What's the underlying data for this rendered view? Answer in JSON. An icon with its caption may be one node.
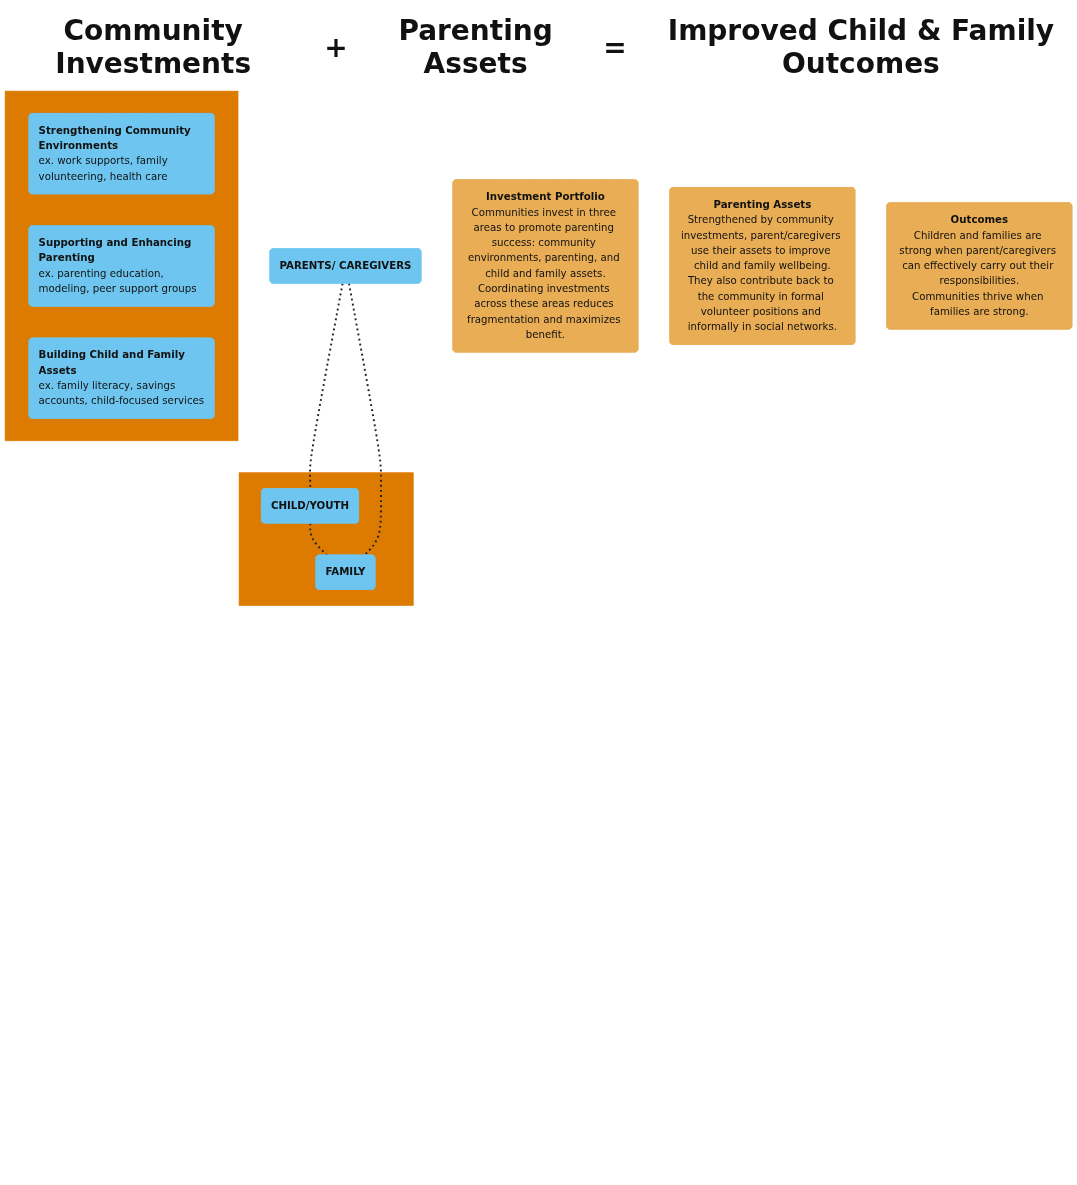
{
  "diagram": {
    "nodes": [
      {
        "text": [],
        "shape": "box"
      },
      {
        "text": [
          "Strengthening Community Environments",
          "ex. work supports, family volunteering, health care"
        ],
        "in": 0
      },
      {
        "text": [
          "Supporting and Enhancing Parenting",
          "ex. parenting education, modeling, peer support groups"
        ],
        "in": 0
      },
      {
        "text": [
          "Building Child and Family Assets",
          "ex. family literacy, savings accounts, child-focused services"
        ],
        "in": 0
      },
      {
        "text": [
          "PARENTS/ CAREGIVERS"
        ]
      },
      {
        "text": [],
        "shape": "box"
      },
      {
        "text": [
          "CHILD/YOUTH"
        ],
        "in": 5
      },
      {
        "text": [
          "FAMILY"
        ],
        "in": 5
      },
      {
        "text": [
          "Investment Portfolio",
          "Communities invest in three areas to promote parenting success: community environments, parenting, and child and family assets.",
          "Coordinating investments across these areas reduces fragmentation and maximizes benefit."
        ]
      },
      {
        "text": [
          "Parenting Assets",
          "Strengthened by community investments, parent/caregivers use their assets to improve child and family wellbeing.",
          "They also contribute back to the community in formal volunteer positions and informally in social networks."
        ]
      },
      {
        "text": [
          "Outcomes",
          "Children and families are strong when parent/caregivers can effectively carry out their responsibilities.",
          "Communities thrive when families are strong."
        ]
      }
    ],
    "edges": [
      {
        "from": 4,
        "to": 6,
        "arrow": "none",
        "style": "dashed"
      },
      {
        "from": 6,
        "to": 7,
        "arrow": "none",
        "style": "dashed"
      },
      {
        "from": 4,
        "to": 7,
        "arrow": "none",
        "style": "dashed"
      }
    ],
    "labels": [
      "Community Investments",
      "+",
      "Parenting Assets",
      "=",
      "Improved Child & Family Outcomes"
    ]
  }
}
